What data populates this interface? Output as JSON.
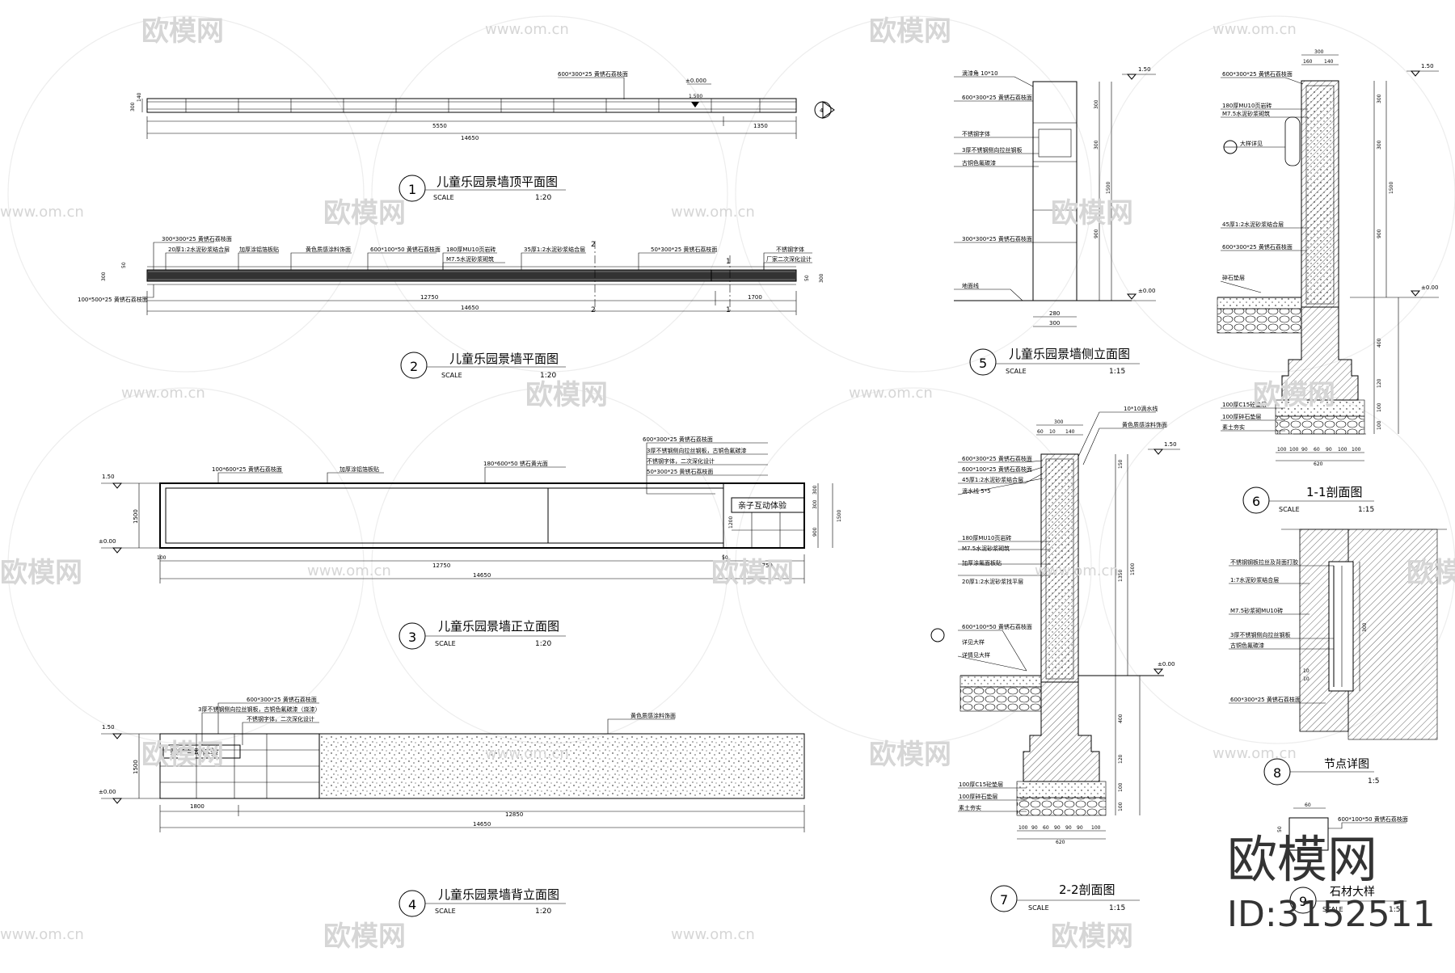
{
  "watermark": {
    "brand": "欧模网",
    "url": "www.om.cn",
    "corner_logo": "欧模网",
    "corner_id": "ID:3152511"
  },
  "drawings": [
    {
      "num": "1",
      "title": "儿童乐园景墙顶平面图",
      "scale_label": "SCALE",
      "scale": "1:20"
    },
    {
      "num": "2",
      "title": "儿童乐园景墙平面图",
      "scale_label": "SCALE",
      "scale": "1:20"
    },
    {
      "num": "3",
      "title": "儿童乐园景墙正立面图",
      "scale_label": "SCALE",
      "scale": "1:20"
    },
    {
      "num": "4",
      "title": "儿童乐园景墙背立面图",
      "scale_label": "SCALE",
      "scale": "1:20"
    },
    {
      "num": "5",
      "title": "儿童乐园景墙侧立面图",
      "scale_label": "SCALE",
      "scale": "1:15"
    },
    {
      "num": "6",
      "title": "1-1剖面图",
      "scale_label": "SCALE",
      "scale": "1:15"
    },
    {
      "num": "7",
      "title": "2-2剖面图",
      "scale_label": "SCALE",
      "scale": "1:15"
    },
    {
      "num": "8",
      "title": "节点详图",
      "scale_label": "",
      "scale": "1:5"
    },
    {
      "num": "9",
      "title": "石材大样",
      "scale_label": "SCALE",
      "scale": "1:5"
    }
  ],
  "d1": {
    "note_top": "600*300*25 黄锈石荔枝面",
    "level": "±0.000",
    "slope": "1.500",
    "dims": [
      "5550",
      "1350",
      "14650"
    ],
    "side_dims": [
      "300",
      "140"
    ],
    "marker": "4"
  },
  "d2": {
    "notes": [
      "300*300*25 黄锈石荔枝面",
      "20厚1:2水泥砂浆结合层",
      "加厚涂铝箔板贴",
      "黄色质感涂料饰面",
      "600*100*50 黄锈石荔枝面",
      "180厚MU10页岩砖",
      "M7.5水泥砂浆砌筑",
      "35厚1:2水泥砂浆结合层",
      "50*300*25 黄锈石荔枝面",
      "不锈钢字体",
      "厂家二次深化设计"
    ],
    "note_bottom": "100*500*25 黄锈石荔枝面",
    "dims": [
      "12750",
      "1700",
      "14650"
    ],
    "side_dims": [
      "300",
      "50"
    ],
    "cut": "2",
    "cut_b": "1"
  },
  "d3": {
    "notes": [
      "100*600*25 黄锈石荔枝面",
      "加厚涂铝箔板贴",
      "180*600*50 锈石黄光面",
      "600*300*25 黄锈石荔枝面",
      "3厚不锈钢侧向拉丝钢板，古铜色氟碳漆",
      "不锈钢字体，二次深化设计",
      "50*300*25 黄锈石荔枝面"
    ],
    "sign": "亲子互动体验",
    "levels": [
      "1.50",
      "±0.00"
    ],
    "dims": [
      "12750",
      "1750",
      "14650",
      "100",
      "50"
    ],
    "height": "1500",
    "right_dims": [
      "300",
      "300",
      "900",
      "1500",
      "1200"
    ]
  },
  "d4": {
    "notes": [
      "600*300*25 黄锈石荔枝面",
      "3厚不锈钢侧向拉丝钢板，古铜色氟碳漆（烧漆）",
      "不锈钢字体，二次深化设计",
      "黄色质感涂料饰面"
    ],
    "sign": "亲子互动体验",
    "levels": [
      "1.50",
      "±0.00"
    ],
    "dims": [
      "1800",
      "12850",
      "14650"
    ],
    "height": "1500"
  },
  "d5": {
    "notes": [
      "滴漆角 10*10",
      "600*300*25 黄锈石荔枝面",
      "不锈钢字体",
      "3厚不锈钢侧向拉丝钢板",
      "古铜色氟碳漆",
      "300*300*25 黄锈石荔枝面",
      "地面线"
    ],
    "levels": [
      "1.50",
      "±0.00"
    ],
    "dims": [
      "300",
      "300",
      "900",
      "1500",
      "280",
      "300"
    ]
  },
  "d6": {
    "notes": [
      "600*300*25 黄锈石荔枝面",
      "180厚MU10页岩砖",
      "M7.5水泥砂浆砌筑",
      "大样详见",
      "45厚1:2水泥砂浆结合层",
      "600*300*25 黄锈石荔枝面",
      "碎石垫层",
      "100厚C15砼垫层",
      "100厚碎石垫层",
      "素土夯实"
    ],
    "levels": [
      "1.50",
      "±0.00"
    ],
    "top_dims": [
      "300",
      "160",
      "140"
    ],
    "right_dims": [
      "300",
      "300",
      "1500",
      "900",
      "400",
      "120",
      "100",
      "100"
    ],
    "bottom_dims": [
      "100",
      "100",
      "90",
      "60",
      "90",
      "100",
      "100"
    ],
    "width": "620"
  },
  "d7": {
    "notes": [
      "10*10滴水线",
      "黄色质感涂料饰面",
      "600*300*25 黄锈石荔枝面",
      "600*100*25 黄锈石荔枝面",
      "45厚1:2水泥砂浆结合层",
      "滴水线 5*5",
      "180厚MU10页岩砖",
      "M7.5水泥砂浆砌筑",
      "加厚涂氟面板贴",
      "20厚1:2水泥砂浆找平层",
      "600*100*50 黄锈石荔枝面",
      "详见大样",
      "详情见大样",
      "100厚C15砼垫层",
      "100厚碎石垫层",
      "素土夯实"
    ],
    "levels": [
      "1.50",
      "±0.00"
    ],
    "top_dims": [
      "300",
      "60",
      "10",
      "140"
    ],
    "right_dims": [
      "150",
      "1350",
      "1500",
      "400",
      "120",
      "100",
      "100"
    ],
    "bottom_dims": [
      "100",
      "90",
      "60",
      "90",
      "90",
      "90",
      "100"
    ],
    "width": "620"
  },
  "d8": {
    "notes": [
      "不锈钢钢板拉丝及背面打胶",
      "1:7水泥砂浆结合层",
      "M7.5砂浆砌MU10砖",
      "3厚不锈钢侧向拉丝钢板",
      "古铜色氟碳漆",
      "600*300*25 黄锈石荔枝面"
    ],
    "dims": [
      "300",
      "10",
      "10"
    ]
  },
  "d9": {
    "notes": [
      "600*100*50 黄锈石荔枝面"
    ],
    "dims": [
      "60",
      "50"
    ]
  }
}
